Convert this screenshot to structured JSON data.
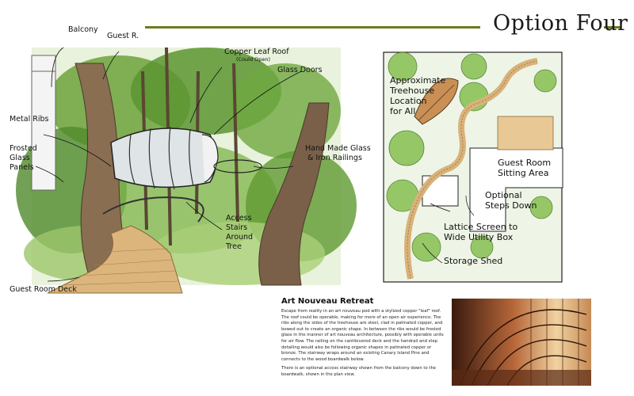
{
  "title": "Option Four",
  "sketch_labels": {
    "balcony": "Balcony",
    "guest_r": "Guest R.",
    "copper_roof": "Copper Leaf Roof",
    "could_open": "(Could Open)",
    "glass_doors": "Glass Doors",
    "metal_ribs": "Metal Ribs",
    "frosted_1": "Frosted",
    "frosted_2": "Glass",
    "frosted_3": "Panels",
    "railings_1": "Hand Made Glass",
    "railings_2": "& Iron Railings",
    "stairs_1": "Access",
    "stairs_2": "Stairs",
    "stairs_3": "Around",
    "stairs_4": "Tree",
    "deck": "Guest Room Deck"
  },
  "plan_labels": {
    "treehouse_1": "Approximate",
    "treehouse_2": "Treehouse",
    "treehouse_3": "Location",
    "treehouse_4": "for All",
    "sitting_1": "Guest Room",
    "sitting_2": "Sitting Area",
    "steps_1": "Optional",
    "steps_2": "Steps Down",
    "lattice_1": "Lattice Screen to",
    "lattice_2": "Wide Utility Box",
    "shed": "Storage Shed"
  },
  "description": {
    "heading": "Art Nouveau Retreat",
    "p1": "Escape from reality in an art nouveau pod with a stylized copper \"leaf\" roof. The roof could be operable, making for more of an open air experience. The ribs along the sides of the treehouse are steel, clad in patinated copper, and bowed out to create an organic shape. In between the ribs would be frosted glass in the manner of art nouveau architecture, possibly with operable units for air flow. The railing on the cantilevered deck and the handrail and step detailing would also be following organic shapes in patinated copper or bronze. The stairway wraps around an existing Canary Island Pine and connects to the wood boardwalk below.",
    "p2": "There is an optional access stairway shown from the balcony down to the boardwalk, shown in the plan view."
  },
  "colors": {
    "accent_line": "#6f7a1e",
    "foliage": "#5f9a32",
    "foliage_light": "#9cc66a",
    "trunk": "#7a6048",
    "deck": "#d9b27a",
    "photo_warm": "#b8683a"
  }
}
